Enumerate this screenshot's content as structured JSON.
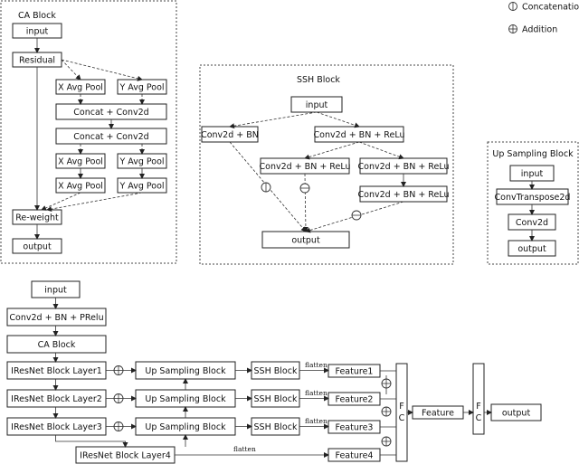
{
  "legend": {
    "concat": "Concatenation",
    "add": "Addition"
  },
  "ca": {
    "title": "CA Block",
    "input": "input",
    "residual": "Residual",
    "xpool1": "X Avg Pool",
    "ypool1": "Y Avg Pool",
    "concat1": "Concat + Conv2d",
    "concat2": "Concat + Conv2d",
    "xpool2": "X Avg Pool",
    "ypool2": "Y Avg Pool",
    "xpool3": "X Avg Pool",
    "ypool3": "Y Avg Pool",
    "reweight": "Re-weight",
    "output": "output"
  },
  "ssh": {
    "title": "SSH Block",
    "input": "input",
    "conv_left": "Conv2d + BN",
    "conv_top": "Conv2d + BN + ReLu",
    "conv_mid_left": "Conv2d + BN + ReLu",
    "conv_mid_right": "Conv2d + BN + ReLu",
    "conv_bottom": "Conv2d + BN + ReLu",
    "output": "output"
  },
  "up": {
    "title": "Up Sampling Block",
    "input": "input",
    "convt": "ConvTranspose2d",
    "conv": "Conv2d",
    "output": "output"
  },
  "main": {
    "input": "input",
    "conv": "Conv2d + BN + PRelu",
    "ca": "CA Block",
    "layer1": "IResNet Block Layer1",
    "layer2": "IResNet Block Layer2",
    "layer3": "IResNet Block Layer3",
    "layer4": "IResNet Block Layer4",
    "up1": "Up Sampling Block",
    "up2": "Up Sampling Block",
    "up3": "Up Sampling Block",
    "ssh1": "SSH Block",
    "ssh2": "SSH Block",
    "ssh3": "SSH Block",
    "flatten": "flatten",
    "feature1": "Feature1",
    "feature2": "Feature2",
    "feature3": "Feature3",
    "feature4": "Feature4",
    "fc_f": "F",
    "fc_c": "C",
    "feature": "Feature",
    "output": "output"
  }
}
